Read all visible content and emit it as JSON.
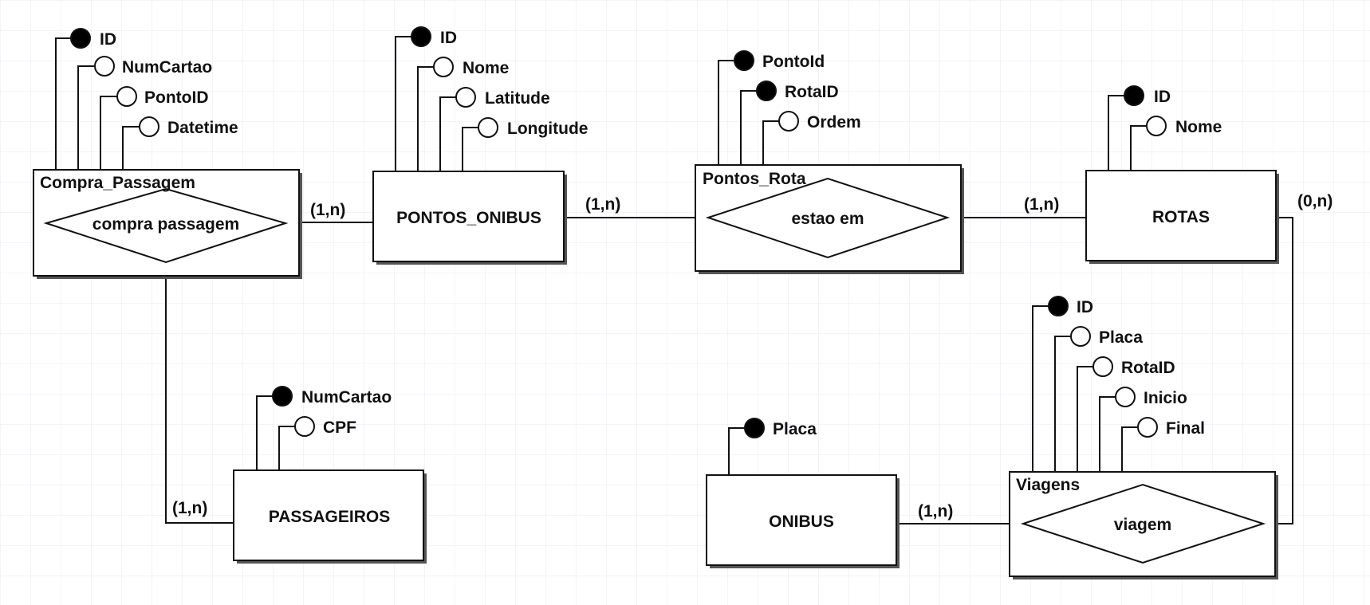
{
  "entities": {
    "compra_passagem": {
      "title": "Compra_Passagem",
      "relationship": "compra passagem"
    },
    "pontos_onibus": {
      "label": "PONTOS_ONIBUS"
    },
    "pontos_rota": {
      "title": "Pontos_Rota",
      "relationship": "estao em"
    },
    "rotas": {
      "label": "ROTAS"
    },
    "passageiros": {
      "label": "PASSAGEIROS"
    },
    "onibus": {
      "label": "ONIBUS"
    },
    "viagens": {
      "title": "Viagens",
      "relationship": "viagem"
    }
  },
  "attributes": {
    "compra_passagem": [
      {
        "name": "ID",
        "key": true
      },
      {
        "name": "NumCartao",
        "key": false
      },
      {
        "name": "PontoID",
        "key": false
      },
      {
        "name": "Datetime",
        "key": false
      }
    ],
    "pontos_onibus": [
      {
        "name": "ID",
        "key": true
      },
      {
        "name": "Nome",
        "key": false
      },
      {
        "name": "Latitude",
        "key": false
      },
      {
        "name": "Longitude",
        "key": false
      }
    ],
    "pontos_rota": [
      {
        "name": "PontoId",
        "key": true
      },
      {
        "name": "RotaID",
        "key": true
      },
      {
        "name": "Ordem",
        "key": false
      }
    ],
    "rotas": [
      {
        "name": "ID",
        "key": true
      },
      {
        "name": "Nome",
        "key": false
      }
    ],
    "viagens": [
      {
        "name": "ID",
        "key": true
      },
      {
        "name": "Placa",
        "key": false
      },
      {
        "name": "RotaID",
        "key": false
      },
      {
        "name": "Inicio",
        "key": false
      },
      {
        "name": "Final",
        "key": false
      }
    ],
    "passageiros": [
      {
        "name": "NumCartao",
        "key": true
      },
      {
        "name": "CPF",
        "key": false
      }
    ],
    "onibus": [
      {
        "name": "Placa",
        "key": true
      }
    ]
  },
  "cardinalities": {
    "compra_to_pontos": "(1,n)",
    "pontos_to_rota": "(1,n)",
    "rota_to_rotas": "(1,n)",
    "rotas_to_viagens": "(0,n)",
    "compra_to_passageiros": "(1,n)",
    "onibus_to_viagens": "(1,n)"
  }
}
